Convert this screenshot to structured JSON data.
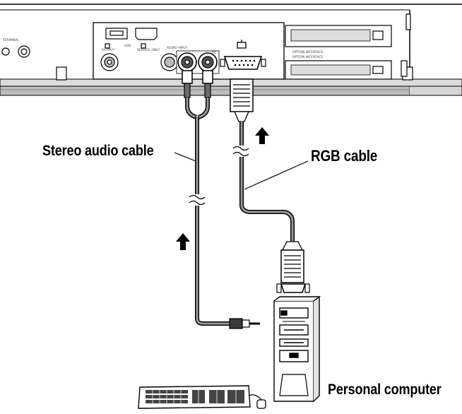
{
  "labels": {
    "stereo_audio_cable": "Stereo audio cable",
    "rgb_cable": "RGB cable",
    "personal_computer": "Personal computer"
  },
  "panel_markings": {
    "left_terminal": "TERMINAL",
    "usb_port": "USB",
    "output": "OUTPUT",
    "service_mark": "SERVICE ONLY",
    "audio_input": "AUDIO INPUT",
    "pc_port": "PC",
    "option_slot_upper": "OPTION INTERFACE",
    "option_slot_lower": "OPTION INTERFACE"
  },
  "colors": {
    "line": "#000000",
    "cable_gray": "#8a8a8a",
    "panel_gray": "#c9c9c9",
    "background": "#ffffff"
  },
  "icons": [
    "up-arrow-icon",
    "cable-break-icon",
    "rgb-port-icon"
  ]
}
